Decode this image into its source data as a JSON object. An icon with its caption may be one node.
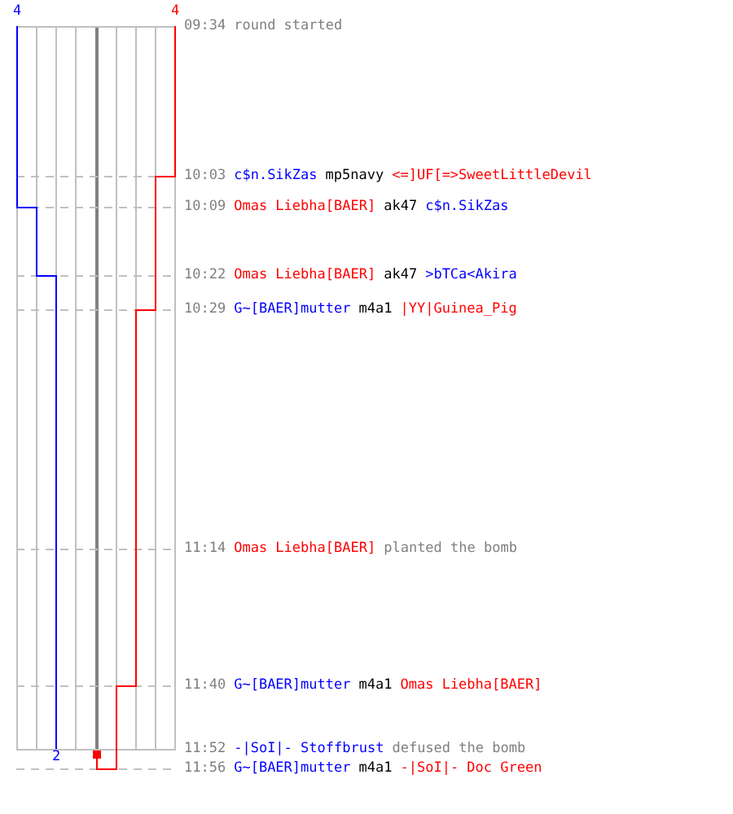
{
  "diagram": {
    "labels": [
      "4",
      "4",
      "09:34",
      "round started",
      "10:03",
      "c$n.SikZas",
      "mp5navy",
      "<=]UF[=>SweetLittleDevil",
      "10:09",
      "Omas Liebha[BAER]",
      "ak47",
      "c$n.SikZas",
      "10:22",
      "Omas Liebha[BAER]",
      "ak47",
      ">bTCa<Akira",
      "10:29",
      "G~[BAER]mutter",
      "m4a1",
      "|YY|Guinea_Pig",
      "11:14",
      "Omas Liebha[BAER]",
      "planted the bomb",
      "11:40",
      "G~[BAER]mutter",
      "m4a1",
      "Omas Liebha[BAER]",
      "2",
      "11:52",
      "-|SoI|- Stoffbrust",
      "defused the bomb",
      "11:56",
      "G~[BAER]mutter",
      "m4a1",
      "-|SoI|- Doc Green"
    ]
  }
}
